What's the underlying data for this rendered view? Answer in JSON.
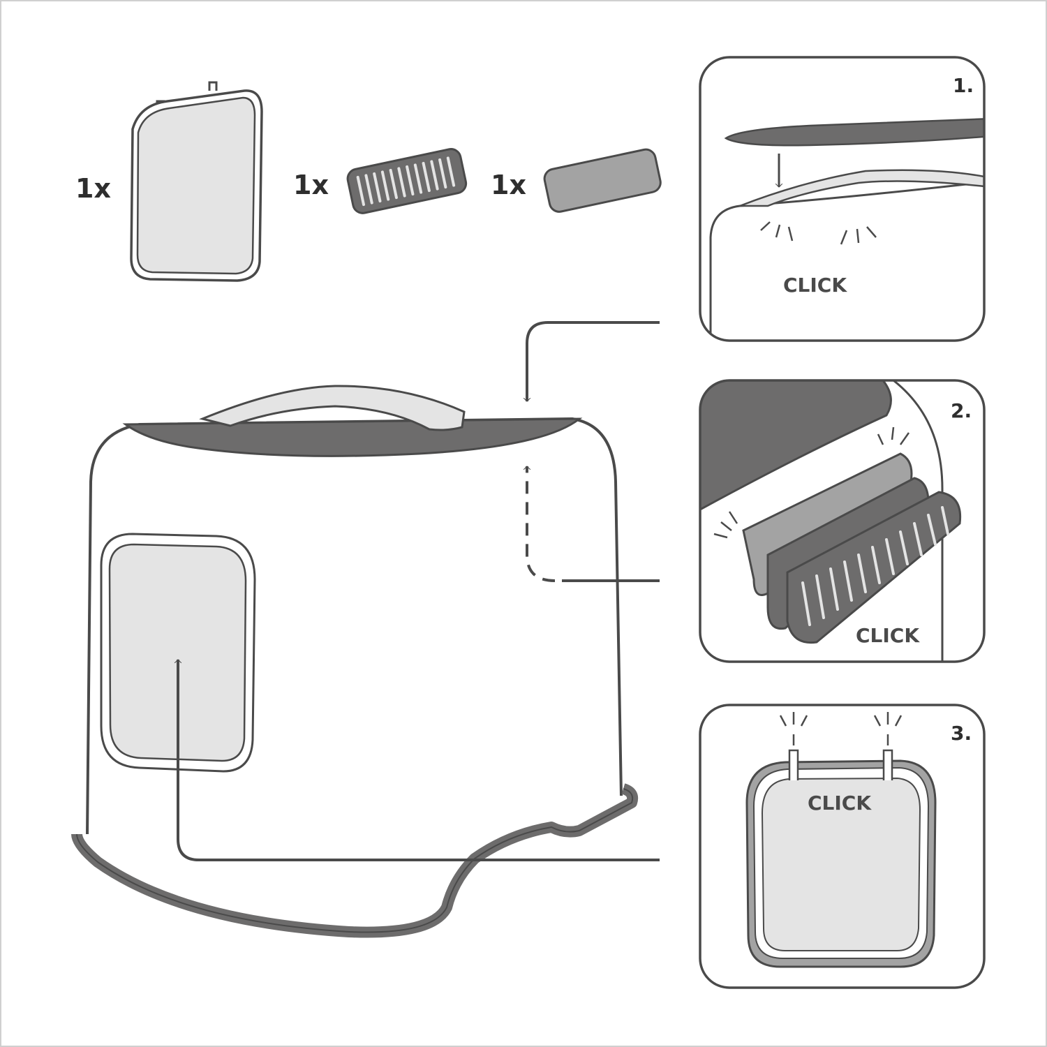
{
  "parts": [
    {
      "qty": "1x",
      "name": "door"
    },
    {
      "qty": "1x",
      "name": "grille"
    },
    {
      "qty": "1x",
      "name": "filter"
    }
  ],
  "steps": [
    {
      "number": "1.",
      "caption": "CLICK"
    },
    {
      "number": "2.",
      "caption": "CLICK"
    },
    {
      "number": "3.",
      "caption": "CLICK"
    }
  ],
  "colors": {
    "stroke": "#4a4a4a",
    "dark": "#6d6c6c",
    "mid": "#a3a3a3",
    "light": "#e4e4e4"
  }
}
